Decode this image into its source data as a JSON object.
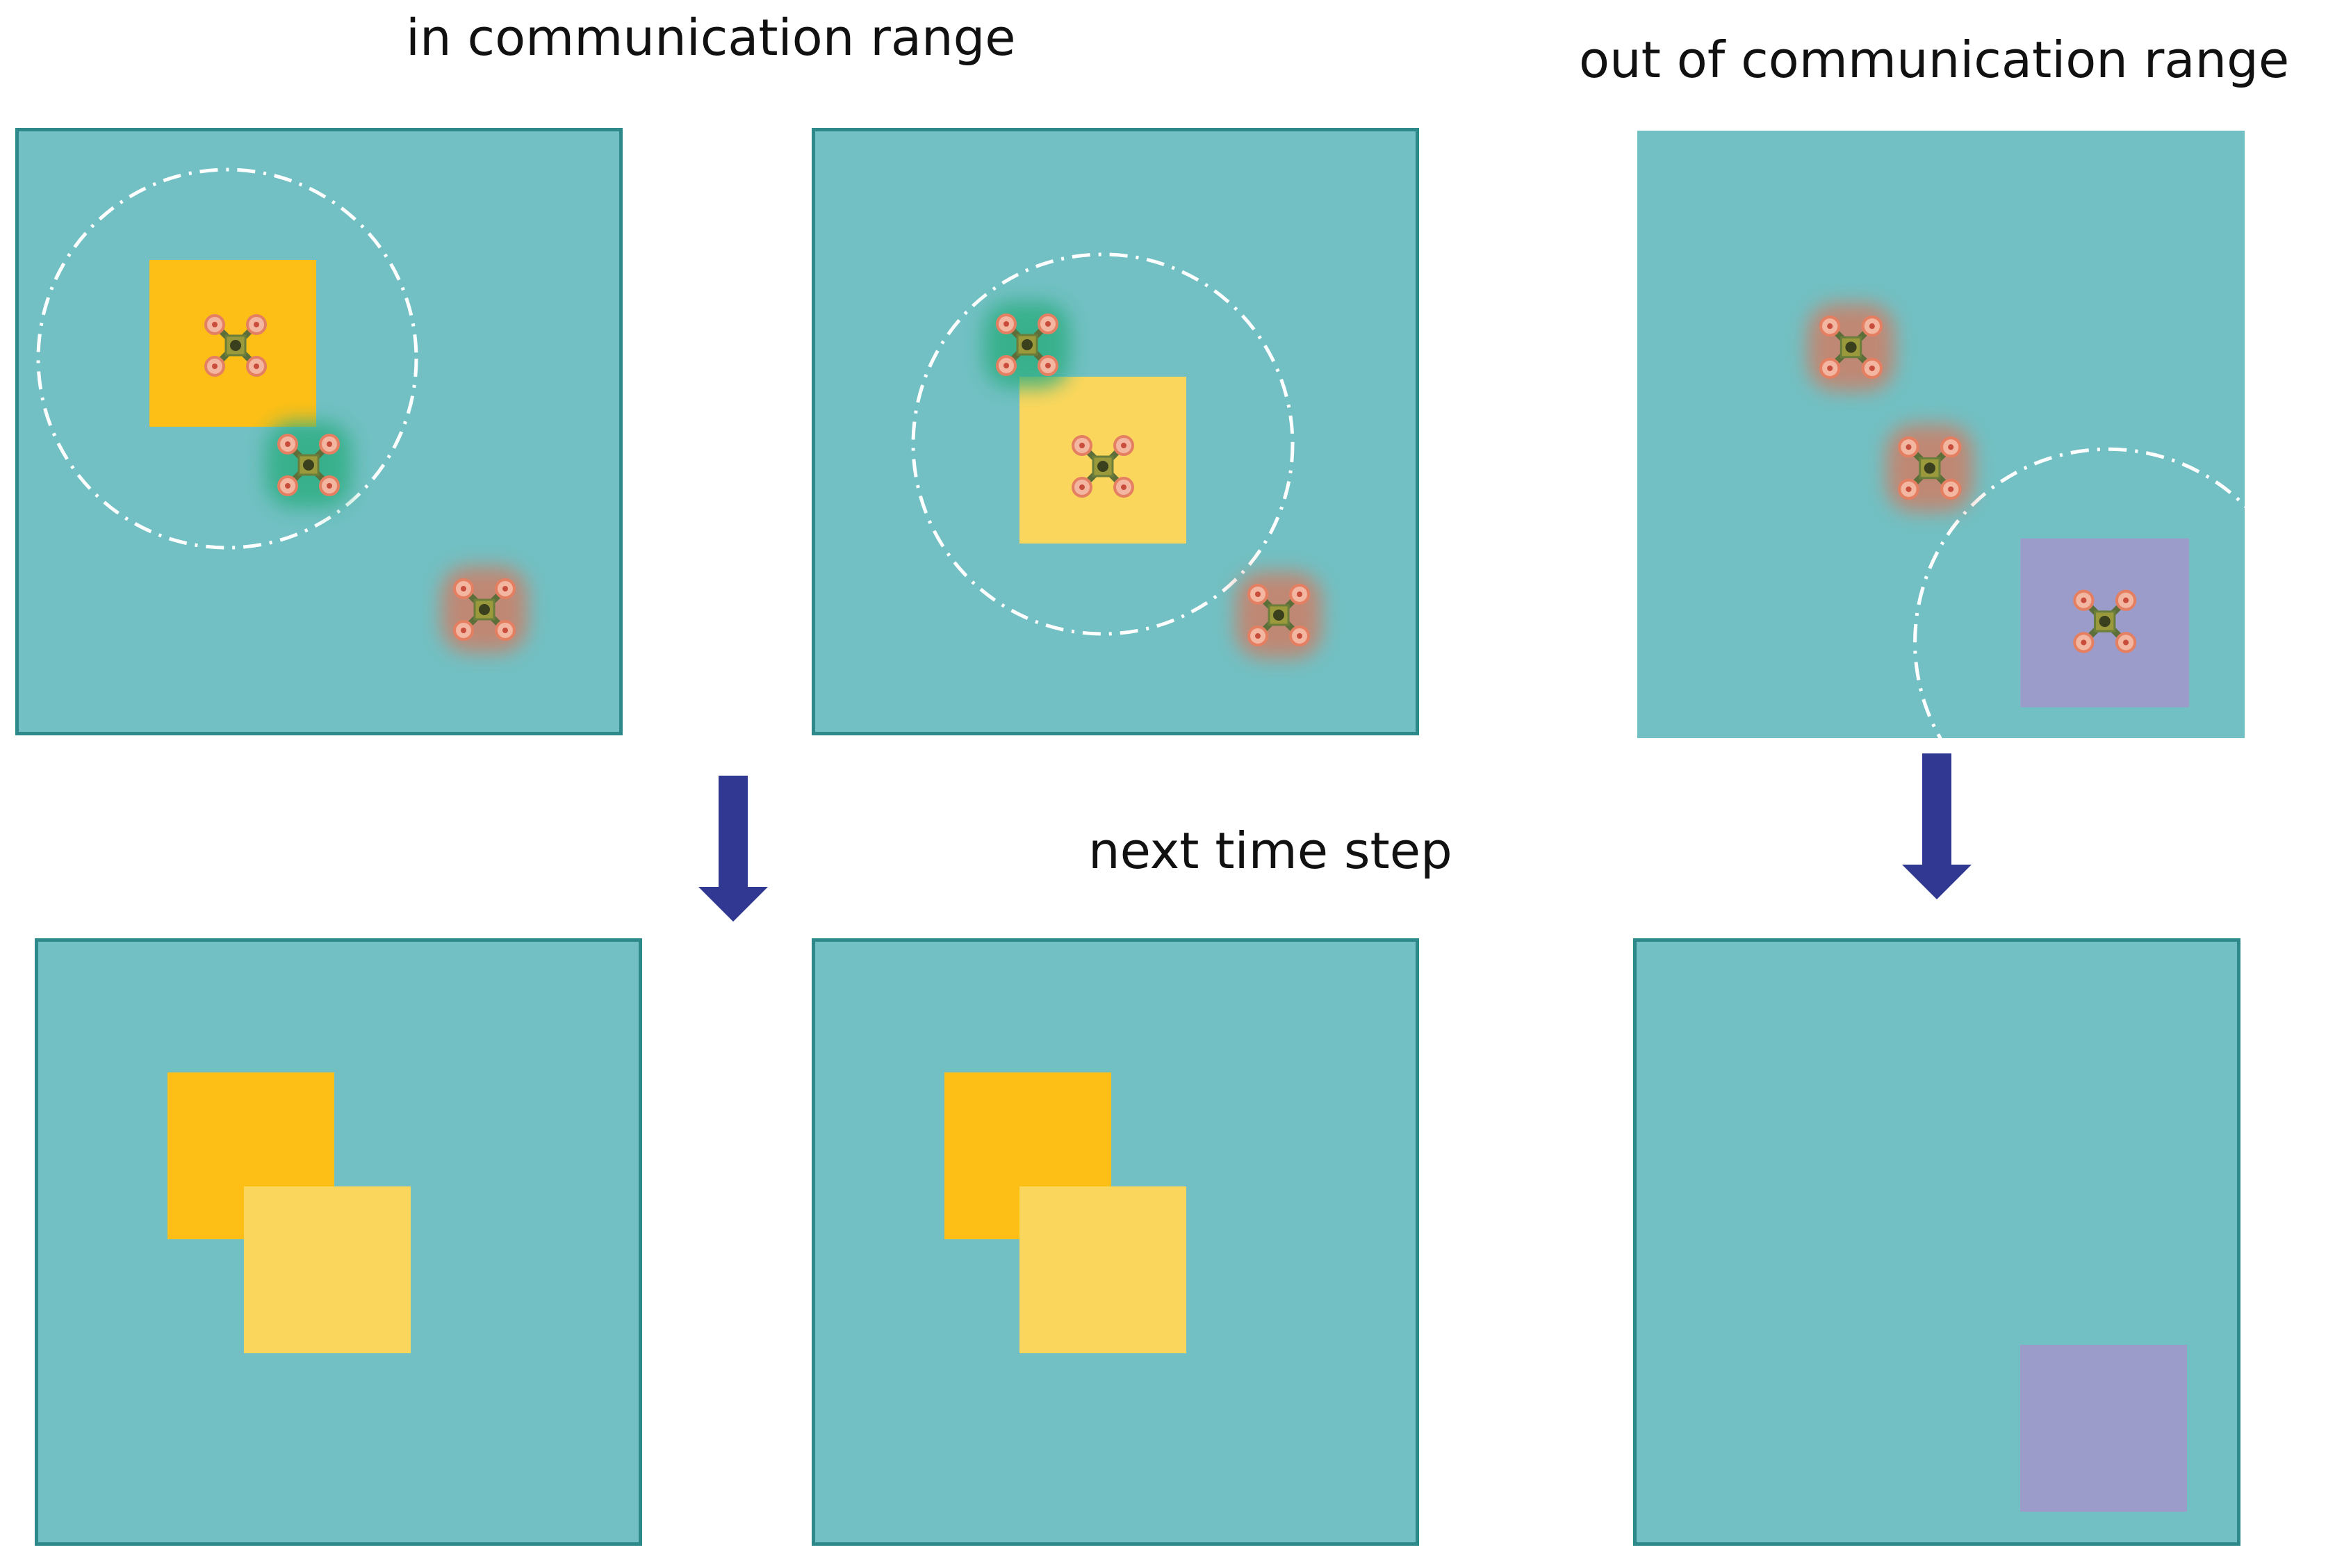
{
  "labels": {
    "in_range": "in communication range",
    "out_of_range": "out of communication range",
    "next_step": "next time step"
  },
  "colors": {
    "background": "#72c0c3",
    "panel_border": "#2e8a8a",
    "orange_square": "#fdbf16",
    "yellow_square": "#fbd65c",
    "purple_square": "#9c9ccb",
    "arrow": "#303891",
    "range_circle": "#ffffff",
    "drone_glow_green": "#2fae82",
    "drone_glow_red": "#c8826c"
  },
  "icons": {
    "drone": "quadcopter-drone-icon",
    "arrow": "down-arrow-icon"
  }
}
